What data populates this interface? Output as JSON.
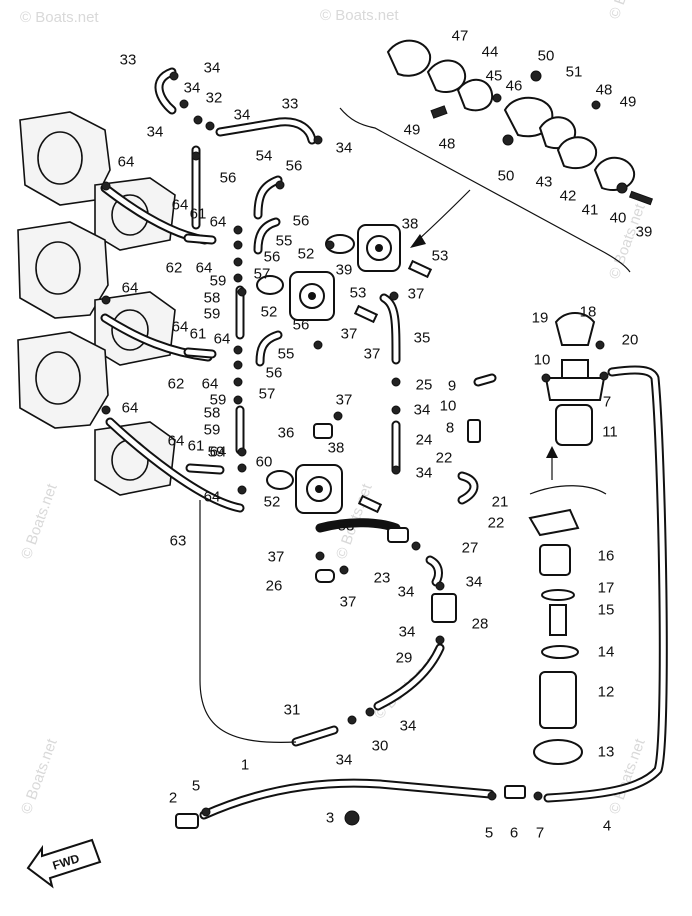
{
  "watermark": "© Boats.net",
  "fwd_label": "FWD",
  "callouts": [
    "1",
    "2",
    "3",
    "4",
    "5",
    "6",
    "7",
    "8",
    "9",
    "10",
    "11",
    "12",
    "13",
    "14",
    "15",
    "16",
    "17",
    "18",
    "19",
    "20",
    "21",
    "22",
    "23",
    "24",
    "25",
    "26",
    "27",
    "28",
    "29",
    "30",
    "31",
    "32",
    "33",
    "34",
    "35",
    "36",
    "37",
    "38",
    "39",
    "40",
    "41",
    "42",
    "43",
    "44",
    "45",
    "46",
    "47",
    "48",
    "49",
    "50",
    "51",
    "52",
    "53",
    "54",
    "55",
    "56",
    "57",
    "58",
    "59",
    "60",
    "61",
    "62",
    "63",
    "64"
  ]
}
